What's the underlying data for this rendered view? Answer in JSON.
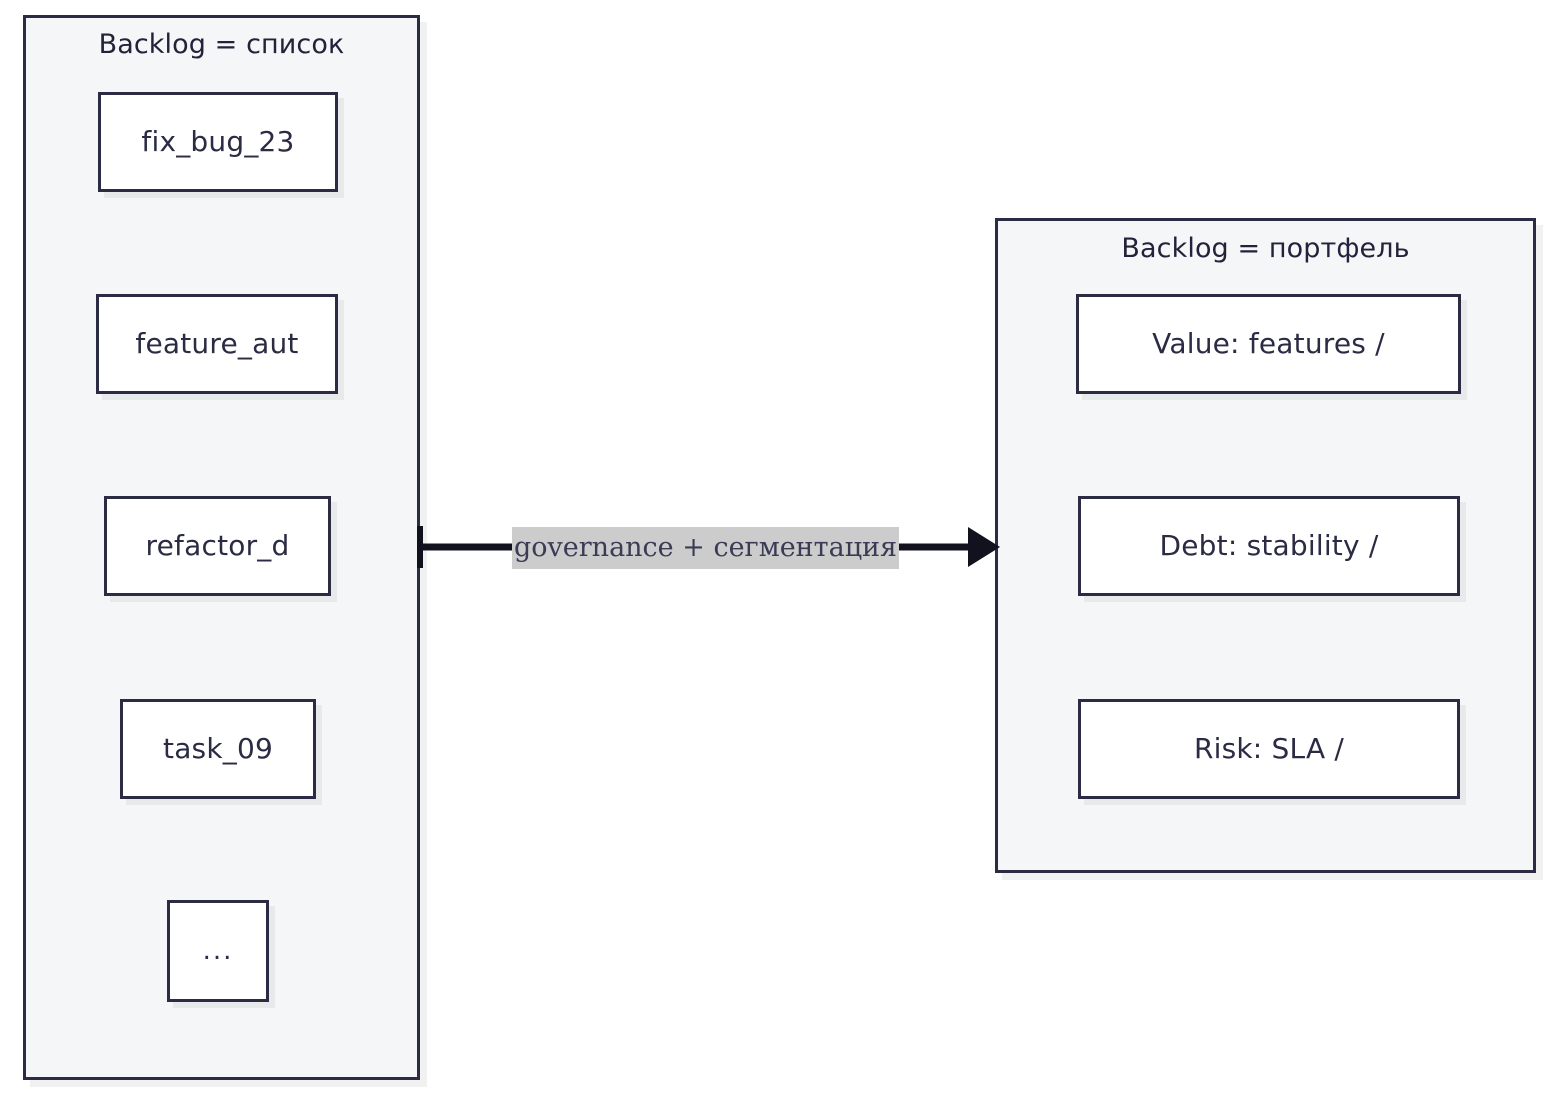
{
  "diagram": {
    "title_visible": false,
    "background_color": "#ffffff",
    "stroke_color": "#2b2c44",
    "group_fill": "#f5f6f8",
    "node_fill": "#ffffff",
    "edge_label_highlight": "#cccccc"
  },
  "groups": [
    {
      "id": "backlog-list",
      "title": "Backlog = список",
      "nodes": [
        {
          "id": "fix-bug",
          "label": "fix_bug_23"
        },
        {
          "id": "feature-aut",
          "label": "feature_aut"
        },
        {
          "id": "refactor-db",
          "label": "refactor_d"
        },
        {
          "id": "task-099",
          "label": "task_09"
        },
        {
          "id": "ellipsis",
          "label": "..."
        }
      ]
    },
    {
      "id": "backlog-portfolio",
      "title": "Backlog = портфель",
      "nodes": [
        {
          "id": "value-features",
          "label": "Value: features /"
        },
        {
          "id": "debt-stability",
          "label": "Debt: stability /"
        },
        {
          "id": "risk-sla",
          "label": "Risk: SLA /"
        }
      ]
    }
  ],
  "edges": [
    {
      "id": "governance",
      "label": "governance + сегментация",
      "from": "backlog-list",
      "to": "backlog-portfolio",
      "arrowhead": "filled-triangle",
      "direction": "left-to-right"
    }
  ]
}
